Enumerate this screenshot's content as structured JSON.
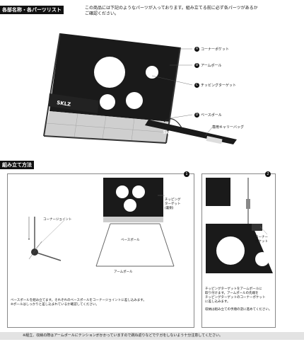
{
  "parts_section": {
    "heading": "各部名称・各パーツリスト",
    "intro_line1": "この商品には下記のようなパーツが入っております。組み立てる前に必ず各パーツがあるか",
    "intro_line2": "ご確認ください。",
    "brand": "SKLZ",
    "labels": [
      {
        "letter": "A",
        "text": "コーナーポケット"
      },
      {
        "letter": "B",
        "text": "アームポール"
      },
      {
        "letter": "C",
        "text": "チッピングターゲット"
      },
      {
        "letter": "D",
        "text": "ベースポール"
      },
      {
        "letter": "",
        "text": "専用キャリーバッグ"
      }
    ]
  },
  "assembly_section": {
    "heading": "組み立て方法",
    "step1": {
      "number": "1",
      "corner_joint": "コーナージョイント",
      "label_c": "チッピング",
      "label_c2": "ターゲット",
      "label_c3": "(裏側)",
      "label_d": "ベースポール",
      "label_b": "アームポール",
      "note1": "ベースポールを組み立てます。それぞれのベースポールをコーナージョイントに差し込みます。",
      "note2": "※ポールはしっかりと差し込まれているか確認してください。"
    },
    "step2": {
      "number": "2",
      "label": "コーナー",
      "label2": "ポケット",
      "note1": "チッピングターゲットをアームポールに",
      "note2": "取り付けます。アームポールの先端を",
      "note3": "チッピングターゲットのコーナーポケット",
      "note4": "に差し込みます。",
      "note5": "収納は組み立ての手順の逆に進めてください。"
    }
  },
  "footer_note": "※組立、収納の際はアームポールにテンションがかかっていますので跳ね返りなどでケガをしないよう十分注意してください。"
}
